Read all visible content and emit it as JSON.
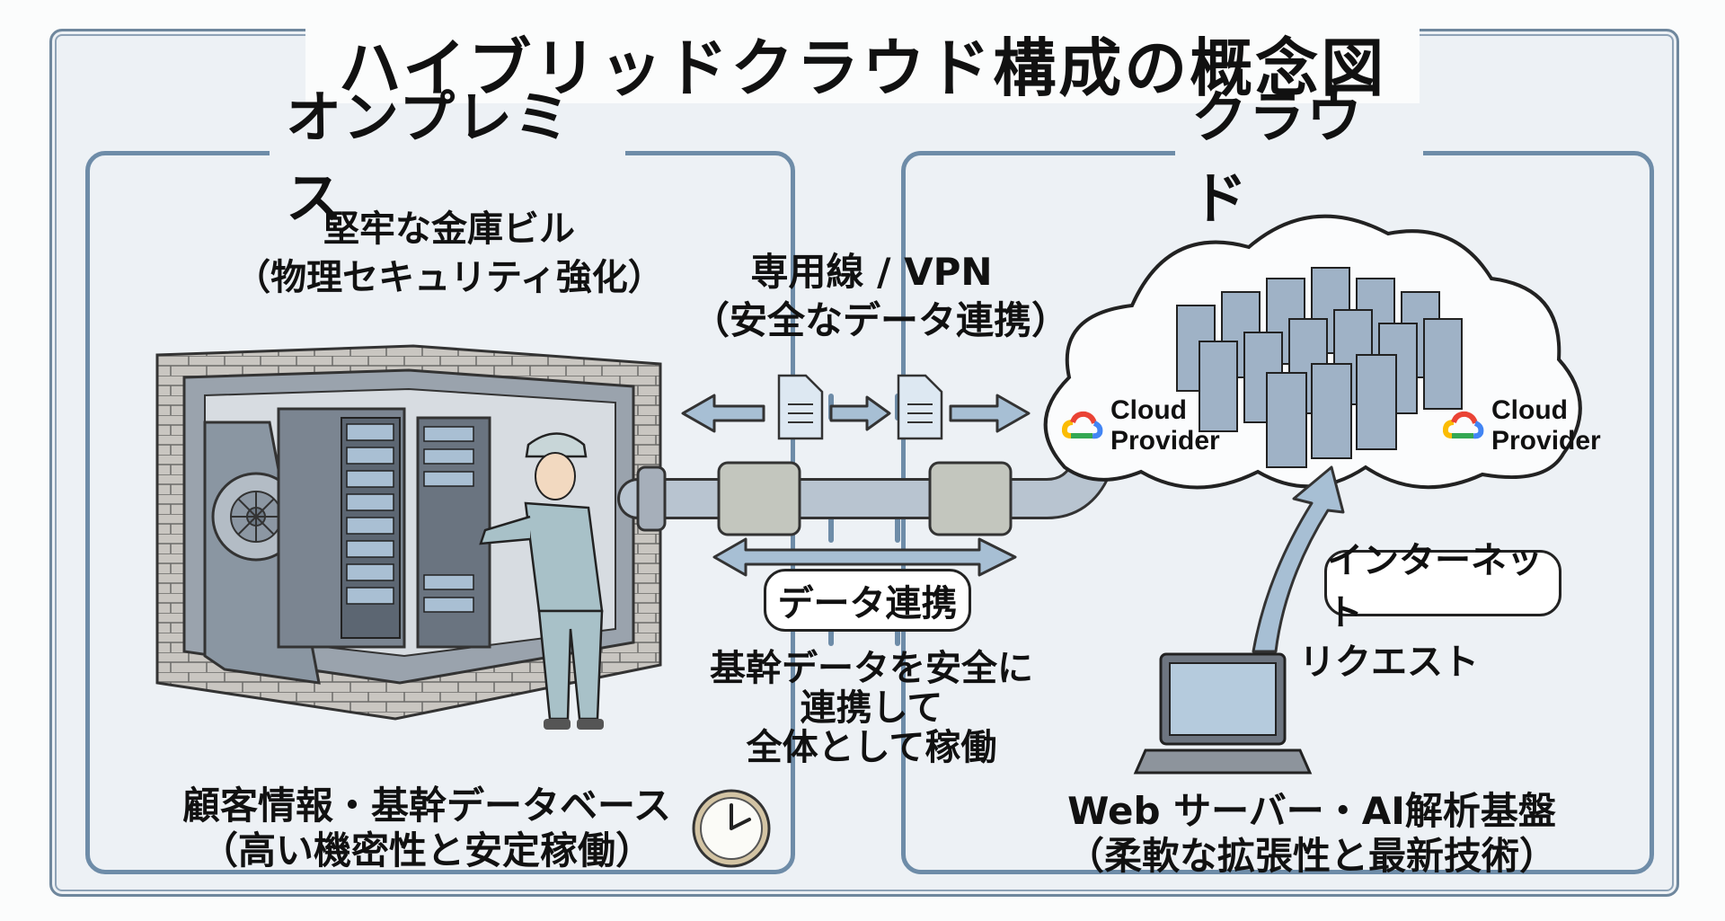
{
  "title": "ハイブリッドクラウド構成の概念図",
  "onprem": {
    "heading": "オンプレミス",
    "subtitle_line1": "堅牢な金庫ビル",
    "subtitle_line2": "（物理セキュリティ強化）",
    "footer_line1": "顧客情報・基幹データベース",
    "footer_line2": "（高い機密性と安定稼働）",
    "icons": [
      "vault-icon",
      "server-rack-icon",
      "engineer-icon",
      "clock-icon"
    ]
  },
  "connection": {
    "label_line1": "専用線 / VPN",
    "label_line2": "（安全なデータ連携）",
    "bubble": "データ連携",
    "desc_line1": "基幹データを安全に",
    "desc_line2": "連携して",
    "desc_line3": "全体として稼働",
    "icons": [
      "document-icon",
      "pipe-icon",
      "double-arrow-icon"
    ]
  },
  "cloud": {
    "heading": "クラウド",
    "provider_left": "Cloud Provider",
    "provider_right": "Cloud Provider",
    "provider_left_l1": "Cloud",
    "provider_left_l2": "Provider",
    "provider_right_l1": "Cloud",
    "provider_right_l2": "Provider",
    "bubble": "インターネット",
    "request_label": "リクエスト",
    "footer_line1": "Web サーバー・AI解析基盤",
    "footer_line2": "（柔軟な拡張性と最新技術）",
    "icons": [
      "cloud-icon",
      "server-cluster-icon",
      "laptop-icon",
      "arrow-up-icon"
    ]
  },
  "colors": {
    "frame": "#6e8ca8",
    "arrow": "#9fb8cf",
    "background": "#edf1f5",
    "google_red": "#ea4335",
    "google_yellow": "#fbbc04",
    "google_green": "#34a853",
    "google_blue": "#4285f4"
  }
}
